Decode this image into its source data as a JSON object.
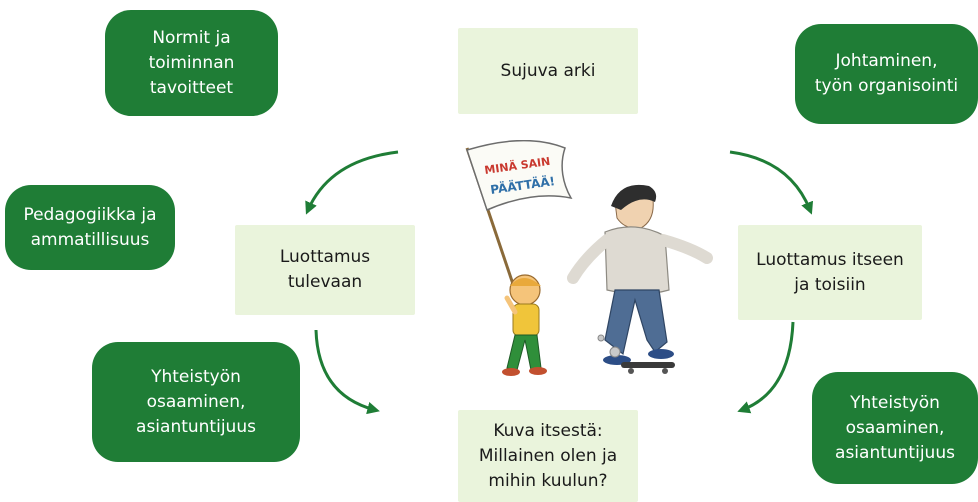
{
  "colors": {
    "dark_box": "#1f7d36",
    "light_box": "#eaf4dc",
    "arrow": "#1f7d36"
  },
  "nodes": {
    "normit": "Normit ja\ntoiminnan\ntavoitteet",
    "johtaminen": "Johtaminen,\ntyön organisointi",
    "pedagogiikka": "Pedagogiikka ja\nammatillisuus",
    "yhteistyo_left": "Yhteistyön\nosaaminen,\nasiantuntijuus",
    "yhteistyo_right": "Yhteistyön\nosaaminen,\nasiantuntijuus",
    "sujuva_arki": "Sujuva arki",
    "luottamus_tulevaan": "Luottamus\ntulevaan",
    "luottamus_itseen": "Luottamus itseen\nja toisiin",
    "kuva_itsesta": "Kuva itsestä:\nMillainen olen ja\nmihin kuulun?"
  },
  "illustration": {
    "flag_text_line1": "MINÄ SAIN",
    "flag_text_line2": "PÄÄTTÄÄ!",
    "icon": "children-with-flag-and-skateboard-illustration"
  }
}
